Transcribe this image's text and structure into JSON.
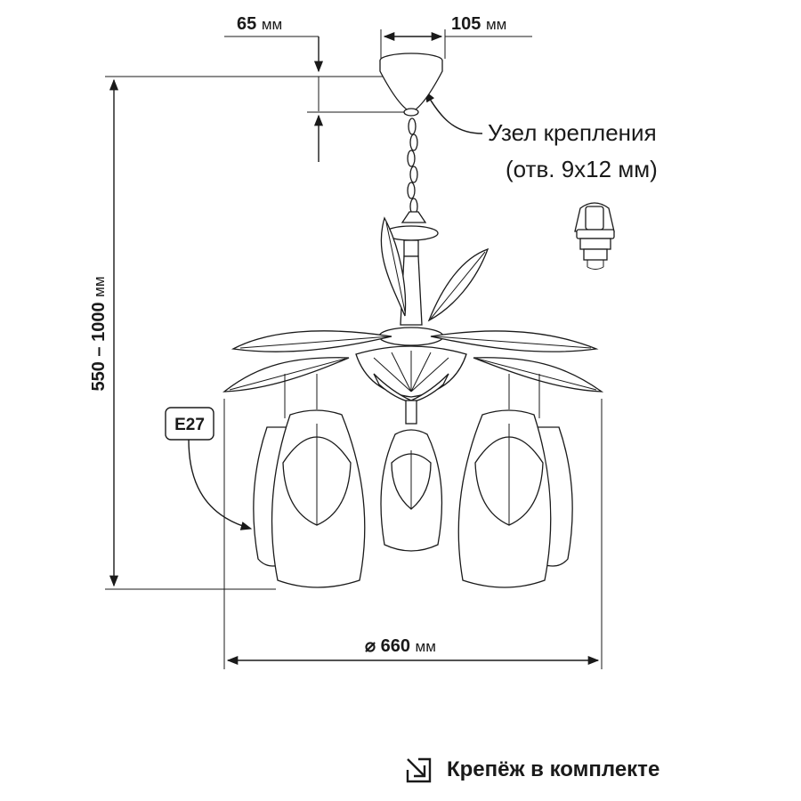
{
  "dimensions": {
    "ceiling_offset": {
      "value": "65",
      "unit": "мм"
    },
    "canopy_width": {
      "value": "105",
      "unit": "мм"
    },
    "height_range": {
      "value": "550 – 1000",
      "unit": "мм"
    },
    "diameter": {
      "value": "⌀ 660",
      "unit": "мм"
    }
  },
  "mount_label": {
    "line1": "Узел крепления",
    "line2": "(отв. 9x12 мм)"
  },
  "socket_badge": "E27",
  "footer": {
    "text": "Крепёж в комплекте",
    "icon": "arrow-down-right-box-icon"
  },
  "colors": {
    "ink": "#1a1a1a",
    "background": "#ffffff"
  }
}
